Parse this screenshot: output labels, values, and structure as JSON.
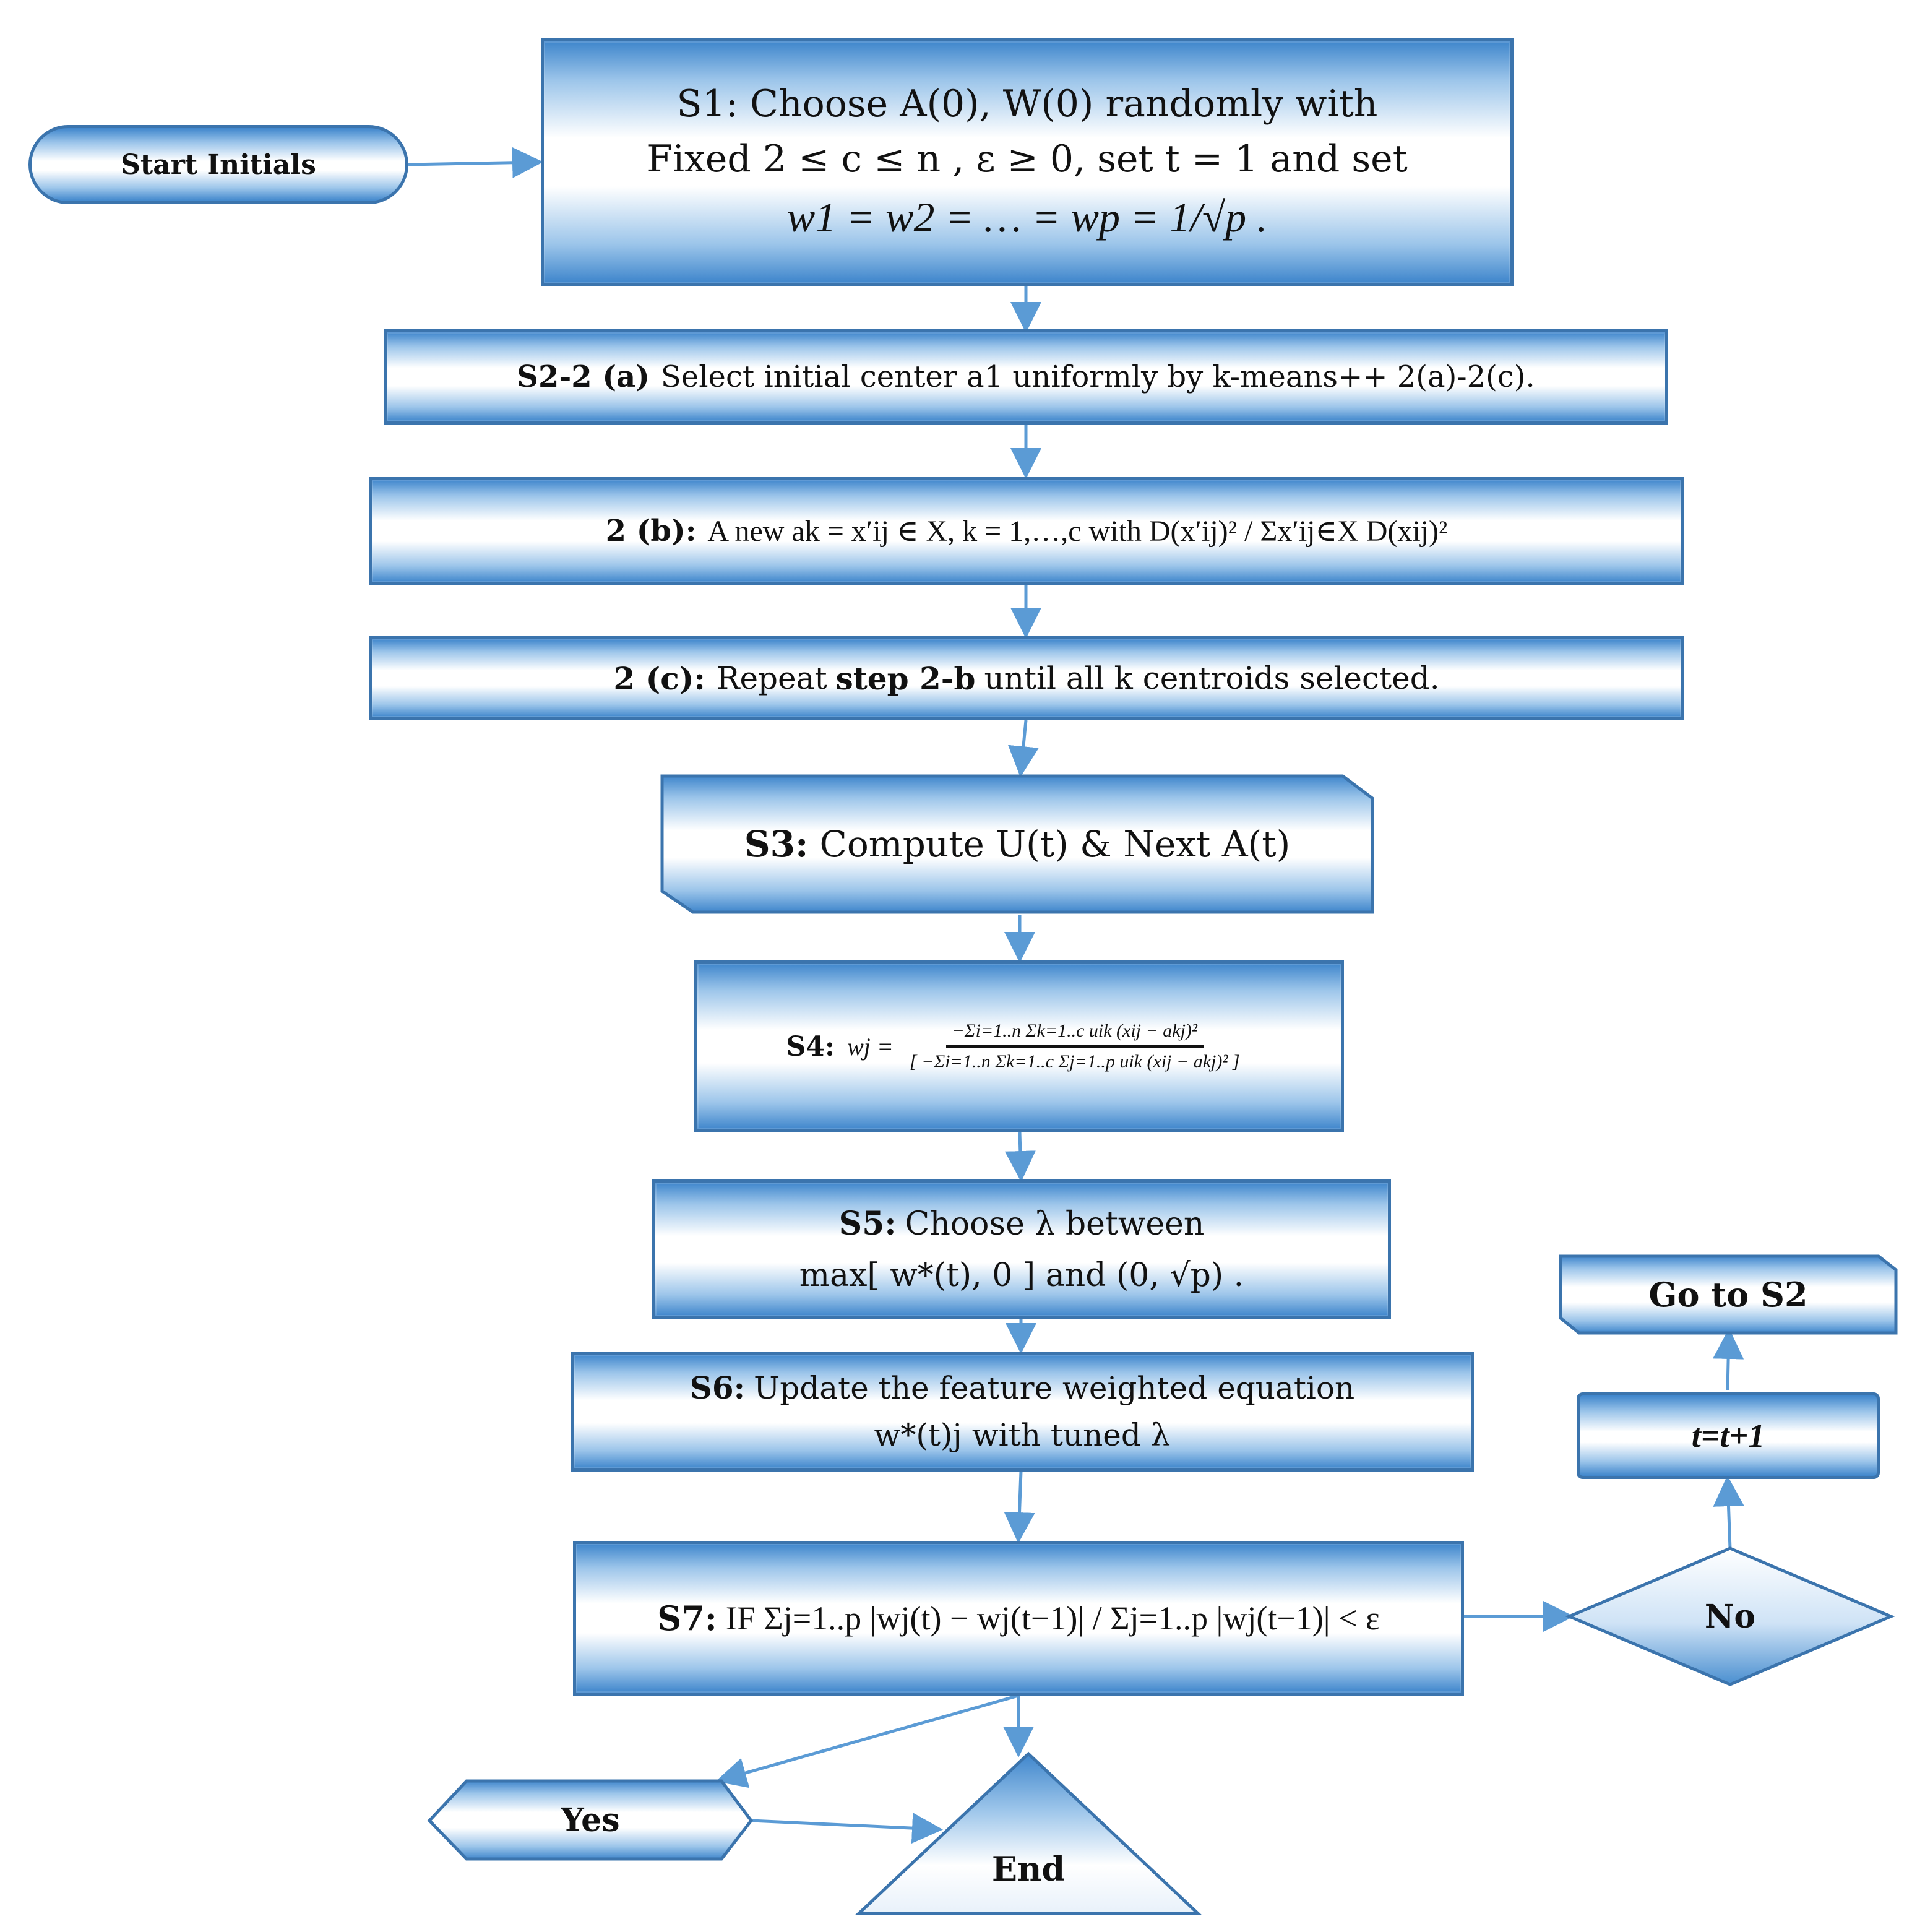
{
  "start": {
    "label": "Start Initials"
  },
  "s1": {
    "line1": "S1: Choose A(0), W(0) randomly with",
    "line2": "Fixed 2 ≤ c ≤ n , ε ≥ 0, set t = 1 and set",
    "line3": "w1 = w2 = … = wp = 1/√p ."
  },
  "s2a": {
    "label": "S2-2 (a)",
    "text": "Select initial center a1 uniformly by k-means++ 2(a)-2(c)."
  },
  "s2b": {
    "label": "2 (b):",
    "text": "A new ak = x′ij ∈ X, k = 1,…,c with D(x′ij)² / Σx′ij∈X D(xij)²"
  },
  "s2c": {
    "label": "2 (c):",
    "text_pre": "Repeat",
    "text_bold": "step 2-b",
    "text_post": "until all k centroids selected."
  },
  "s3": {
    "label": "S3:",
    "text": "Compute U(t) & Next A(t)"
  },
  "s4": {
    "label": "S4:",
    "lhs": "wj =",
    "numerator": "−Σi=1..n Σk=1..c uik (xij − akj)²",
    "denominator": "[ −Σi=1..n Σk=1..c Σj=1..p uik (xij − akj)² ]"
  },
  "s5": {
    "label": "S5:",
    "line1": "Choose λ between",
    "line2": "max[ w*(t), 0 ] and (0, √p) ."
  },
  "s6": {
    "label": "S6:",
    "line1": "Update the feature weighted equation",
    "line2": "w*(t)j with tuned λ"
  },
  "s7": {
    "label": "S7:",
    "text": "IF Σj=1..p |wj(t) − wj(t−1)| / Σj=1..p |wj(t−1)| < ε"
  },
  "no": {
    "label": "No"
  },
  "increment": {
    "label": "t=t+1"
  },
  "goto": {
    "label": "Go to S2"
  },
  "yes": {
    "label": "Yes"
  },
  "end": {
    "label": "End"
  },
  "colors": {
    "border": "#3b74ad",
    "fill_edge": "#3f86cc",
    "fill_mid": "#9cc5ea",
    "arrow": "#5b9bd5"
  }
}
